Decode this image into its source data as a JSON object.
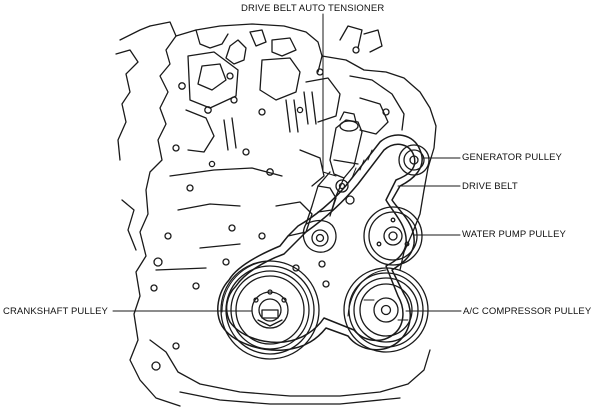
{
  "diagram": {
    "labels": {
      "drive_belt_auto_tensioner": "DRIVE BELT AUTO TENSIONER",
      "generator_pulley": "GENERATOR PULLEY",
      "drive_belt": "DRIVE BELT",
      "water_pump_pulley": "WATER PUMP PULLEY",
      "crankshaft_pulley": "CRANKSHAFT PULLEY",
      "ac_compressor_pulley": "A/C COMPRESSOR PULLEY"
    }
  }
}
